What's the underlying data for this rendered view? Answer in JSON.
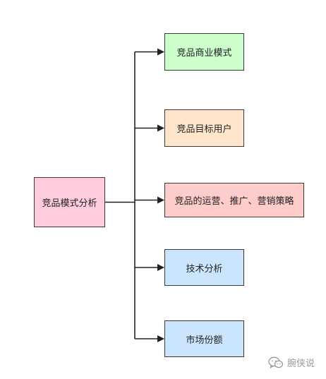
{
  "diagram": {
    "root": {
      "label": "竞品模式分析",
      "color": "#ffccdd"
    },
    "children": [
      {
        "label": "竞品商业模式",
        "color": "#ccffcc"
      },
      {
        "label": "竞品目标用户",
        "color": "#ffe5cc"
      },
      {
        "label": "竞品的运营、推广、营销策略",
        "color": "#ffcccc"
      },
      {
        "label": "技术分析",
        "color": "#cce5ff"
      },
      {
        "label": "市场份额",
        "color": "#cce5ff"
      }
    ],
    "connector_color": "#222222"
  },
  "watermark": {
    "text": "腕侠说",
    "icon": "wechat-icon"
  }
}
